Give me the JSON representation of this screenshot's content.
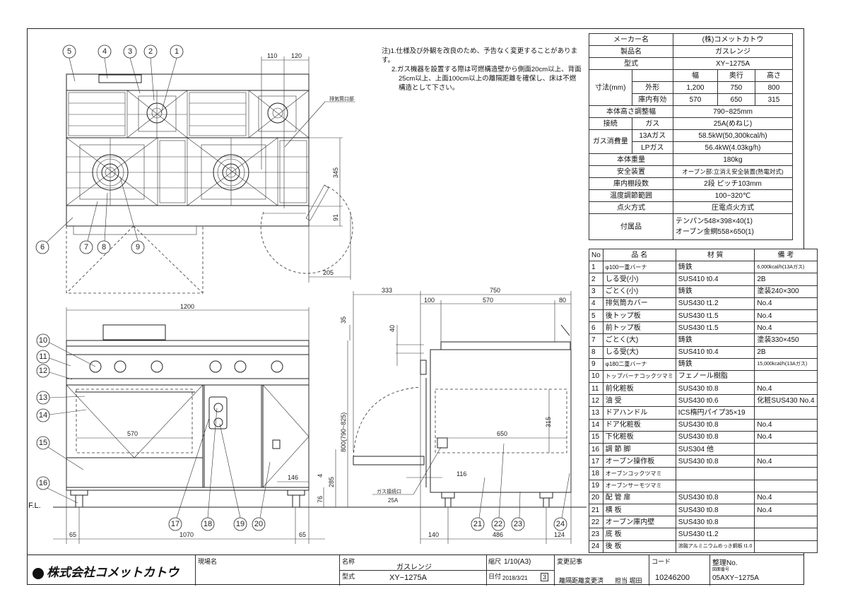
{
  "notes": {
    "prefix": "注)",
    "line1": "1.仕様及び外観を改良のため、予告なく変更することがあります。",
    "line2": "2.ガス機器を設置する際は可燃構造壁から側面20cm以上、背面",
    "line3": "25cm以上、上面100cm以上の離隔距離を確保し、床は不燃",
    "line4": "構造として下さい。"
  },
  "spec": {
    "maker_label": "メーカー名",
    "maker": "(株)コメットカトウ",
    "product_label": "製品名",
    "product": "ガスレンジ",
    "model_label": "型式",
    "model": "XY−1275A",
    "dims_label": "寸法(mm)",
    "width_h": "幅",
    "depth_h": "奥行",
    "height_h": "高さ",
    "outer_label": "外形",
    "outer_w": "1,200",
    "outer_d": "750",
    "outer_h": "800",
    "inner_label": "庫内有効",
    "inner_w": "570",
    "inner_d": "650",
    "inner_h": "315",
    "adjust_label": "本体高さ調整幅",
    "adjust": "790~825mm",
    "conn_label": "接続",
    "conn_sub": "ガス",
    "conn": "25A(めねじ)",
    "gas_label": "ガス消費量",
    "gas13_label": "13Aガス",
    "gas13": "58.5kW(50,300kcal/h)",
    "gaslp_label": "LPガス",
    "gaslp": "56.4kW(4.03kg/h)",
    "weight_label": "本体重量",
    "weight": "180kg",
    "safety_label": "安全装置",
    "safety": "オーブン部:立消え安全装置(熱電対式)",
    "shelf_label": "庫内棚段数",
    "shelf": "2段 ピッチ103mm",
    "temp_label": "温度調節範囲",
    "temp": "100~320℃",
    "ignition_label": "点火方式",
    "ignition": "圧電点火方式",
    "acc_label": "付属品",
    "acc1": "テンパン548×398×40(1)",
    "acc2": "オーブン金網558×650(1)"
  },
  "parts": {
    "headers": [
      "No",
      "品 名",
      "材 質",
      "備 考"
    ],
    "rows": [
      [
        "1",
        "φ100一重バーナ",
        "鋳鉄",
        "6,000kcal/h(13Aガス)"
      ],
      [
        "2",
        "しる受(小)",
        "SUS410 t0.4",
        "2B"
      ],
      [
        "3",
        "ごとく(小)",
        "鋳鉄",
        "塗装240×300"
      ],
      [
        "4",
        "排気筒カバー",
        "SUS430 t1.2",
        "No.4"
      ],
      [
        "5",
        "後トップ板",
        "SUS430 t1.5",
        "No.4"
      ],
      [
        "6",
        "前トップ板",
        "SUS430 t1.5",
        "No.4"
      ],
      [
        "7",
        "ごとく(大)",
        "鋳鉄",
        "塗装330×450"
      ],
      [
        "8",
        "しる受(大)",
        "SUS410 t0.4",
        "2B"
      ],
      [
        "9",
        "φ180二重バーナ",
        "鋳鉄",
        "15,000kcal/h(13Aガス)"
      ],
      [
        "10",
        "トップバーナコックツマミ",
        "フェノール樹脂",
        ""
      ],
      [
        "11",
        "前化粧板",
        "SUS430 t0.8",
        "No.4"
      ],
      [
        "12",
        "油 受",
        "SUS430 t0.6",
        "化粧SUS430 No.4"
      ],
      [
        "13",
        "ドアハンドル",
        "ICS楕円パイプ35×19",
        ""
      ],
      [
        "14",
        "ドア化粧板",
        "SUS430 t0.8",
        "No.4"
      ],
      [
        "15",
        "下化粧板",
        "SUS430 t0.8",
        "No.4"
      ],
      [
        "16",
        "調 節 脚",
        "SUS304 他",
        ""
      ],
      [
        "17",
        "オーブン操作板",
        "SUS430 t0.8",
        "No.4"
      ],
      [
        "18",
        "オーブンコックツマミ",
        "",
        ""
      ],
      [
        "19",
        "オーブンサーモツマミ",
        "",
        ""
      ],
      [
        "20",
        "配 管 扉",
        "SUS430 t0.8",
        "No.4"
      ],
      [
        "21",
        "横 板",
        "SUS430 t0.8",
        "No.4"
      ],
      [
        "22",
        "オーブン庫内壁",
        "SUS430 t0.8",
        ""
      ],
      [
        "23",
        "底 板",
        "SUS430 t1.2",
        ""
      ],
      [
        "24",
        "後 板",
        "溶融アルミニウムめっき鋼板 t1.0",
        ""
      ]
    ]
  },
  "titleblock": {
    "company": "株式会社コメットカトウ",
    "site_label": "現場名",
    "name_label": "名称",
    "name": "ガスレンジ",
    "model_label": "型式",
    "model": "XY−1275A",
    "scale_label": "縮尺",
    "scale": "1/10(A3)",
    "date_label": "日付",
    "date": "2018/3/21",
    "rev": "3",
    "change_label": "変更記事",
    "change": "離隔距離変更済",
    "person": "担当 堀田",
    "code_label": "コード",
    "code": "10246200",
    "no_label": "整理No.",
    "drawing_no_label": "図面番号",
    "drawing_no": "05AXY−1275A"
  },
  "drawing": {
    "exhaust_label": "排気筒口部",
    "fl_label": "F.L.",
    "gas_inlet_label": "ガス接続口",
    "gas_inlet_size": "25A",
    "dims": {
      "top_110": "110",
      "top_120": "120",
      "top_345": "345",
      "top_91": "91",
      "top_205": "205",
      "front_1200": "1200",
      "front_570": "570",
      "front_146": "146",
      "front_4": "4",
      "front_76": "76",
      "front_285": "285",
      "front_800": "800(790~825)",
      "front_35": "35",
      "front_65a": "65",
      "front_1070": "1070",
      "front_65b": "65",
      "side_333": "333",
      "side_750": "750",
      "side_100": "100",
      "side_570": "570",
      "side_80": "80",
      "side_40": "40",
      "side_315": "315",
      "side_650": "650",
      "side_116": "116",
      "side_140": "140",
      "side_486": "486",
      "side_124": "124"
    },
    "balloons": [
      "1",
      "2",
      "3",
      "4",
      "5",
      "6",
      "7",
      "8",
      "9",
      "10",
      "11",
      "12",
      "13",
      "14",
      "15",
      "16",
      "17",
      "18",
      "19",
      "20",
      "21",
      "22",
      "23",
      "24"
    ]
  }
}
